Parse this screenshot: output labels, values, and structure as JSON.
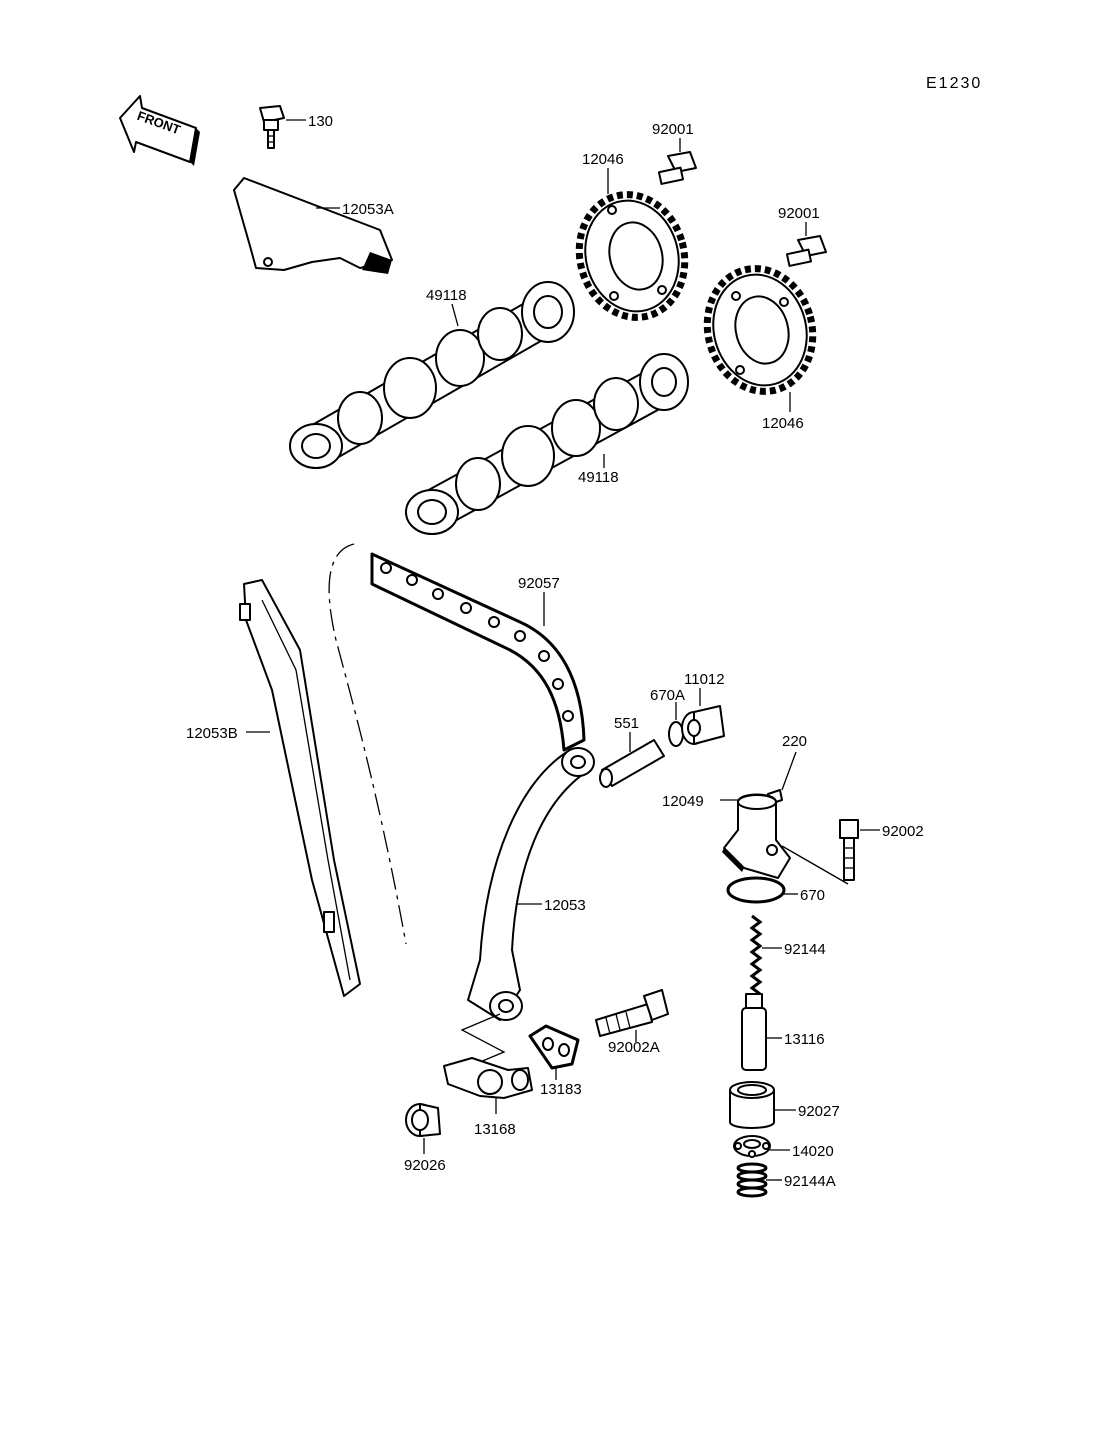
{
  "diagram_code": "E1230",
  "front_label": "FRONT",
  "part_numbers": {
    "p130": "130",
    "p12053A": "12053A",
    "p92001_top": "92001",
    "p12046_top": "12046",
    "p92001_right": "92001",
    "p49118_top": "49118",
    "p12046_right": "12046",
    "p49118_bottom": "49118",
    "p92057": "92057",
    "p12053B": "12053B",
    "p11012": "11012",
    "p670A": "670A",
    "p551": "551",
    "p220": "220",
    "p12049": "12049",
    "p92002": "92002",
    "p670": "670",
    "p12053": "12053",
    "p92144": "92144",
    "p13116": "13116",
    "p92002A": "92002A",
    "p13183": "13183",
    "p92027": "92027",
    "p13168": "13168",
    "p14020": "14020",
    "p92026": "92026",
    "p92144A": "92144A"
  }
}
